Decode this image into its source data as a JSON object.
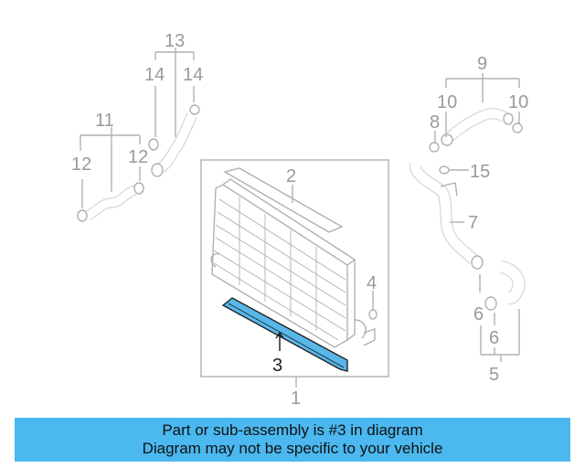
{
  "callouts": {
    "c1": "1",
    "c2": "2",
    "c3": "3",
    "c4": "4",
    "c5": "5",
    "c6a": "6",
    "c6b": "6",
    "c7": "7",
    "c8": "8",
    "c9": "9",
    "c10a": "10",
    "c10b": "10",
    "c11": "11",
    "c12a": "12",
    "c12b": "12",
    "c13": "13",
    "c14a": "14",
    "c14b": "14",
    "c15": "15"
  },
  "colors": {
    "highlight": "#58b7e8",
    "banner": "#4bb8ef",
    "lines": "#b0b0b0"
  },
  "banner": {
    "line1": "Part or sub-assembly is #3 in diagram",
    "line2": "Diagram may not be specific to your vehicle"
  }
}
